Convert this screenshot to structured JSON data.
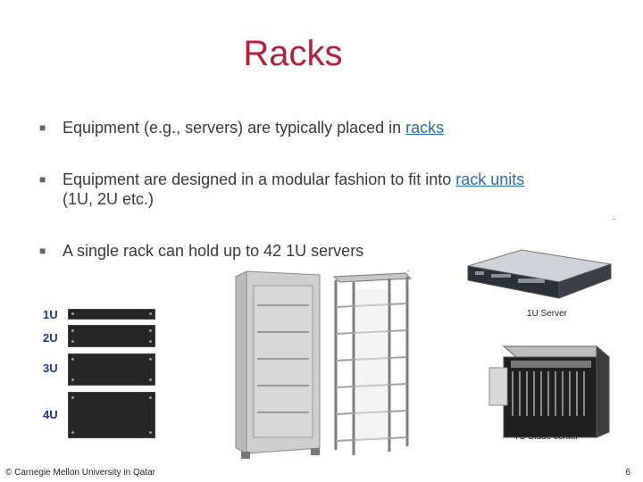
{
  "slide": {
    "title": "Racks",
    "bullets": [
      {
        "prefix": "Equipment (e.g., servers) are typically placed in ",
        "link": "racks",
        "suffix": ""
      },
      {
        "prefix": "Equipment are designed in a modular fashion to fit into ",
        "link": "rack units",
        "line2": "(1U, 2U etc.)"
      },
      {
        "text": "A single rack can hold up to 42 1U servers"
      }
    ],
    "unit_labels": [
      "1U",
      "2U",
      "3U",
      "4U"
    ],
    "captions": {
      "server": "1U Server",
      "blade": "7U Blade center"
    },
    "footer": {
      "copyright": "© Carnegie Mellon University in Qatar",
      "page": "6"
    },
    "colors": {
      "title": "#b3203a",
      "link": "#1f6fbf",
      "unit_label": "#1a3a8a"
    }
  }
}
